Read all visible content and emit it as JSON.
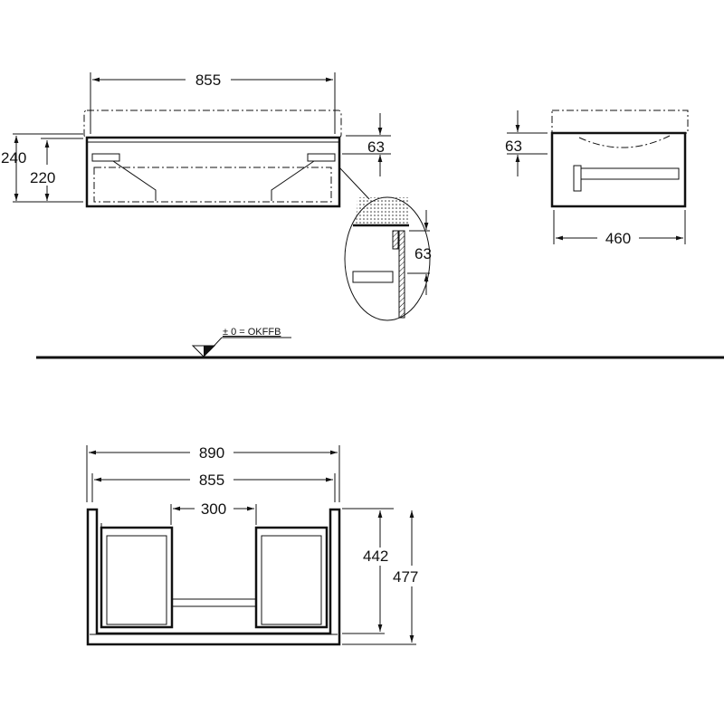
{
  "front_view": {
    "width": "855",
    "height_total": "240",
    "height_body": "220",
    "top_thickness": "63"
  },
  "detail": {
    "dimension": "63"
  },
  "side_view": {
    "top_thickness": "63",
    "depth": "460"
  },
  "floor": {
    "reference_label": "± 0 = OKFFB"
  },
  "top_view": {
    "outer_width": "890",
    "inner_width": "855",
    "gap_width": "300",
    "inner_depth": "442",
    "outer_depth": "477"
  }
}
